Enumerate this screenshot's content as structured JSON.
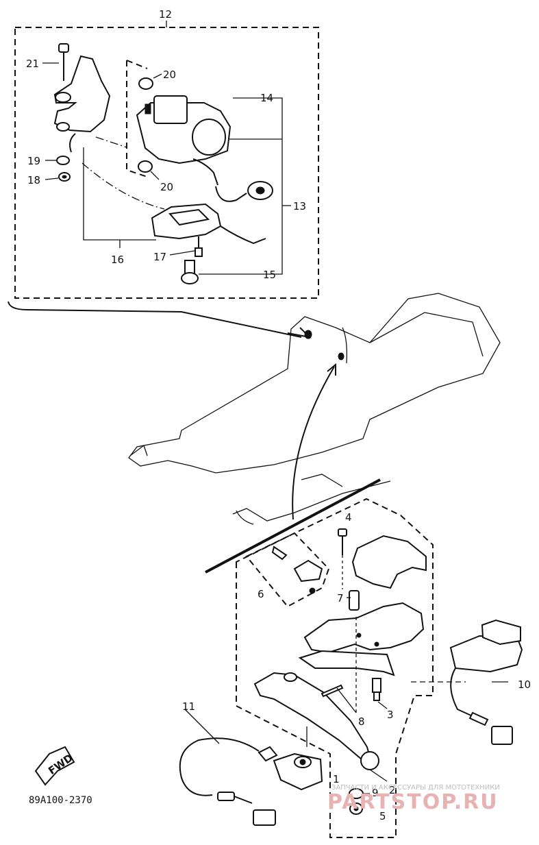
{
  "callouts": {
    "c1": "1",
    "c2": "2",
    "c3": "3",
    "c4": "4",
    "c5": "5",
    "c6": "6",
    "c7": "7",
    "c8": "8",
    "c9": "9",
    "c10": "10",
    "c11": "11",
    "c12": "12",
    "c13": "13",
    "c14": "14",
    "c15": "15",
    "c16": "16",
    "c17": "17",
    "c18": "18",
    "c19": "19",
    "c20a": "20",
    "c20b": "20",
    "c21": "21"
  },
  "front_arrow_label": "FWD",
  "diagram_code": "89A100-2370",
  "watermark": {
    "tagline": "ЗАПЧАСТИ И АКСЕССУАРЫ ДЛЯ МОТОТЕХНИКИ",
    "site": "PARTSTOP.RU"
  },
  "colors": {
    "ink": "#111111",
    "background": "#ffffff",
    "watermark": "#e8b2b2"
  }
}
